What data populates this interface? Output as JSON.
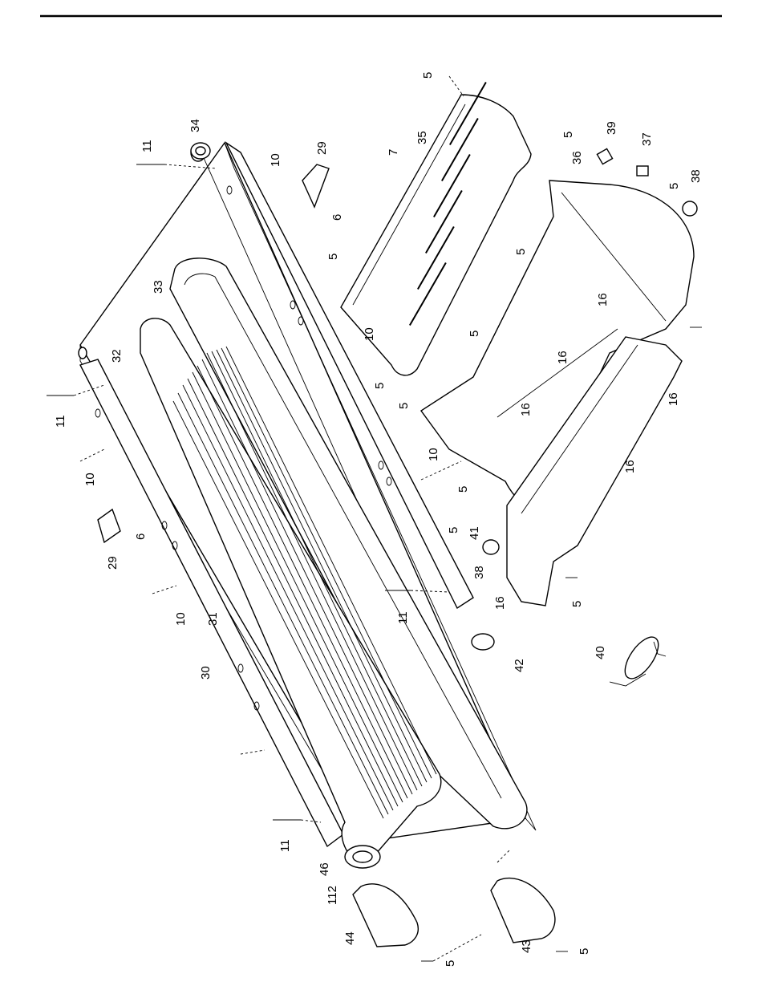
{
  "colors": {
    "ink": "#000000",
    "paper": "#ffffff"
  },
  "callouts": [
    "5",
    "35",
    "5",
    "39",
    "37",
    "5",
    "38",
    "7",
    "36",
    "34",
    "11",
    "29",
    "10",
    "6",
    "5",
    "33",
    "5",
    "10",
    "32",
    "16",
    "5",
    "16",
    "5",
    "16",
    "11",
    "5",
    "16",
    "10",
    "29",
    "6",
    "10",
    "5",
    "16",
    "5",
    "41",
    "38",
    "16",
    "5",
    "31",
    "11",
    "30",
    "42",
    "40",
    "10",
    "11",
    "46",
    "112",
    "44",
    "5",
    "43",
    "5"
  ]
}
